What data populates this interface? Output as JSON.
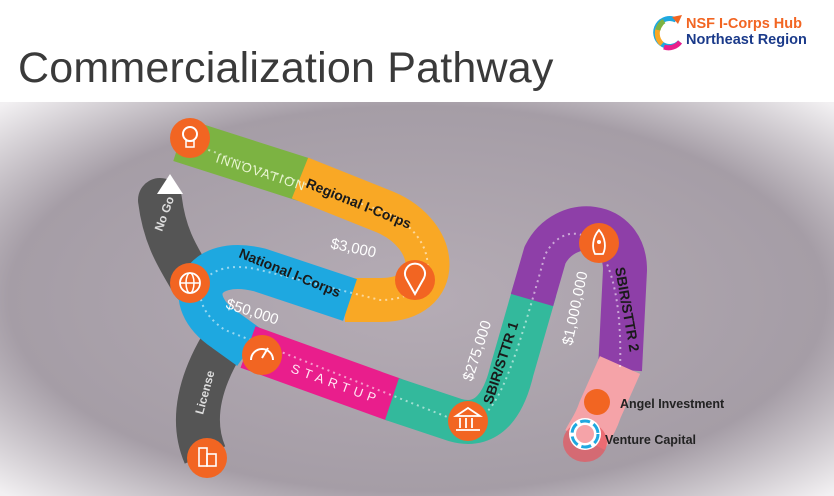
{
  "title": "Commercialization Pathway",
  "logo": {
    "line1": "NSF I-Corps Hub",
    "line2": "Northeast Region"
  },
  "stages": {
    "innovation": "INNOVATION",
    "regional": "Regional I-Corps",
    "national": "National I-Corps",
    "startup": "STARTUP",
    "sbir1": "SBIR/STTR 1",
    "sbir2": "SBIR/STTR 2",
    "no_go": "No Go",
    "license": "License"
  },
  "amounts": {
    "regional": "$3,000",
    "national": "$50,000",
    "sbir1": "$275,000",
    "sbir2": "$1,000,000"
  },
  "outcomes": {
    "angel": "Angel Investment",
    "vc": "Venture Capital"
  },
  "icons": [
    "lightbulb-icon",
    "pin-icon",
    "globe-icon",
    "gauge-icon",
    "bank-icon",
    "rocket-icon",
    "building-icon",
    "arrow-up-icon"
  ],
  "colors": {
    "innovation": "#7cb342",
    "regional": "#f9a825",
    "national": "#1ea8e0",
    "startup": "#e91e8c",
    "sbir1": "#33b99c",
    "sbir2": "#8e3fa8",
    "gray": "#555555",
    "icon": "#f26522",
    "pink": "#f5a3a8"
  }
}
